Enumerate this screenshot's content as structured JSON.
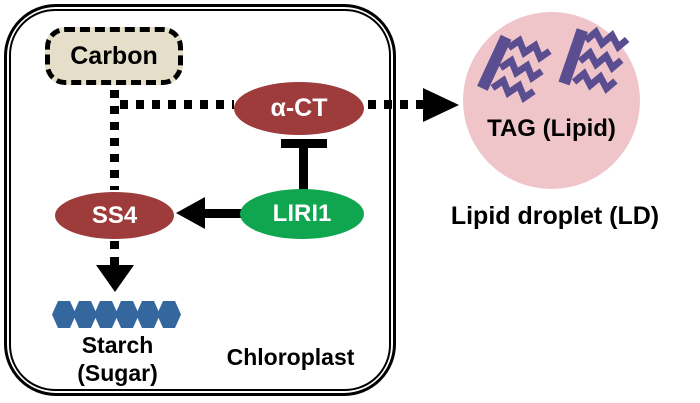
{
  "figure": {
    "background": "#ffffff",
    "chloroplast": {
      "label": "Chloroplast"
    },
    "nodes": {
      "carbon": {
        "label": "Carbon",
        "fill": "#e5dfc9",
        "border": "dashed"
      },
      "alpha_ct": {
        "label": "α-CT",
        "fill": "#9e3b3b"
      },
      "ss4": {
        "label": "SS4",
        "fill": "#9e3b3b"
      },
      "liri1": {
        "label": "LIRI1",
        "fill": "#10a64f"
      }
    },
    "starch": {
      "label_line1": "Starch",
      "label_line2": "(Sugar)",
      "hexagon_count": 6,
      "hexagon_color": "#33679e"
    },
    "lipid_droplet": {
      "tag_line1": "TAG",
      "tag_line2": "(Lipid)",
      "caption": "Lipid droplet (LD)",
      "fill": "#efc5c9",
      "tag_symbol_color": "#5b4e90",
      "tag_symbol_count": 2
    },
    "edges": [
      {
        "from": "Carbon",
        "to": "SS4",
        "style": "dotted-line"
      },
      {
        "from": "Carbon",
        "to": "α-CT",
        "style": "dotted-line"
      },
      {
        "from": "α-CT",
        "to": "Lipid droplet",
        "style": "dotted-arrow"
      },
      {
        "from": "LIRI1",
        "to": "α-CT",
        "style": "inhibition-tbar"
      },
      {
        "from": "LIRI1",
        "to": "SS4",
        "style": "solid-arrow"
      },
      {
        "from": "SS4",
        "to": "Starch",
        "style": "dotted-arrow"
      }
    ]
  }
}
